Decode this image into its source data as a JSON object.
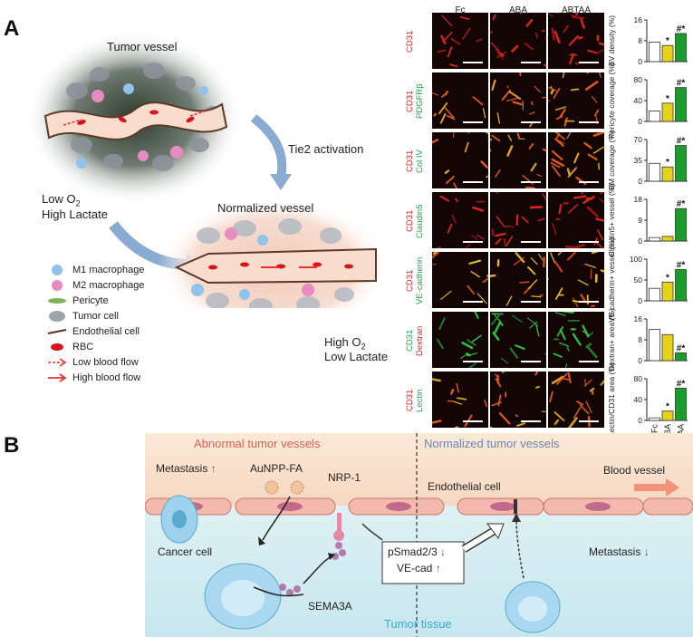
{
  "panel_a": {
    "label": "A",
    "tumor_vessel": "Tumor vessel",
    "tie2": "Tie2 activation",
    "low_o2": "Low O",
    "low_o2_sub": "2",
    "high_lactate": "High Lactate",
    "normalized_vessel": "Normalized vessel",
    "high_o2": "High O",
    "high_o2_sub": "2",
    "low_lactate": "Low Lactate",
    "legend": [
      {
        "icon": "m1-macrophage-icon",
        "label": "M1 macrophage",
        "color": "#8fc3ea"
      },
      {
        "icon": "m2-macrophage-icon",
        "label": "M2 macrophage",
        "color": "#e98bc1"
      },
      {
        "icon": "pericyte-icon",
        "label": "Pericyte",
        "color": "#7fb35a"
      },
      {
        "icon": "tumor-cell-icon",
        "label": "Tumor cell",
        "color": "#9ea4ad"
      },
      {
        "icon": "endothelial-cell-icon",
        "label": "Endothelial cell",
        "color": "#6b2a1e"
      },
      {
        "icon": "rbc-icon",
        "label": "RBC",
        "color": "#d8131b"
      },
      {
        "icon": "low-flow-icon",
        "label": "Low blood flow",
        "color": "#e5322d"
      },
      {
        "icon": "high-flow-icon",
        "label": "High blood flow",
        "color": "#e5322d"
      }
    ],
    "columns": [
      "Fc",
      "ABA",
      "ABTAA"
    ],
    "rows": [
      {
        "stain1": "CD31",
        "stain1_color": "#e0201b",
        "stain2": "",
        "stain2_color": "#1aa34a",
        "tint": "red"
      },
      {
        "stain1": "CD31",
        "stain1_color": "#e0201b",
        "stain2": "PDGFRβ",
        "stain2_color": "#1aa34a",
        "tint": "orange"
      },
      {
        "stain1": "CD31",
        "stain1_color": "#e0201b",
        "stain2": "Col IV",
        "stain2_color": "#1aa34a",
        "tint": "orange"
      },
      {
        "stain1": "CD31",
        "stain1_color": "#e0201b",
        "stain2": "Claudin5",
        "stain2_color": "#1aa34a",
        "tint": "red"
      },
      {
        "stain1": "CD31",
        "stain1_color": "#e0201b",
        "stain2": "VE-cadherin",
        "stain2_color": "#1aa34a",
        "tint": "yellow"
      },
      {
        "stain1": "CD31",
        "stain1_color": "#1aa34a",
        "stain2": "Dextran",
        "stain2_color": "#e0201b",
        "tint": "green"
      },
      {
        "stain1": "CD31",
        "stain1_color": "#e0201b",
        "stain2": "Lectin",
        "stain2_color": "#1aa34a",
        "tint": "orange"
      }
    ],
    "quant_xlabels": [
      "Fc",
      "ABA",
      "ABTAA"
    ]
  },
  "chart_data": [
    {
      "type": "bar",
      "ylabel": "BV density (%)",
      "categories": [
        "Fc",
        "ABA",
        "ABTAA"
      ],
      "values": [
        7.5,
        6.2,
        10.8
      ],
      "ylim": [
        0,
        16
      ],
      "yticks": [
        "0",
        "8",
        "16"
      ],
      "marks": [
        "",
        "*",
        "#*"
      ]
    },
    {
      "type": "bar",
      "ylabel": "Pericyte coverage (%)",
      "categories": [
        "Fc",
        "ABA",
        "ABTAA"
      ],
      "values": [
        20,
        35,
        65
      ],
      "ylim": [
        0,
        80
      ],
      "yticks": [
        "0",
        "40",
        "80"
      ],
      "marks": [
        "",
        "*",
        "#*"
      ]
    },
    {
      "type": "bar",
      "ylabel": "BM coverage (%)",
      "categories": [
        "Fc",
        "ABA",
        "ABTAA"
      ],
      "values": [
        30,
        24,
        60
      ],
      "ylim": [
        0,
        70
      ],
      "yticks": [
        "0",
        "35",
        "70"
      ],
      "marks": [
        "",
        "*",
        "#*"
      ]
    },
    {
      "type": "bar",
      "ylabel": "Claudin5+ vessel (%)",
      "categories": [
        "Fc",
        "ABA",
        "ABTAA"
      ],
      "values": [
        1.5,
        2,
        14
      ],
      "ylim": [
        0,
        18
      ],
      "yticks": [
        "0",
        "9",
        "18"
      ],
      "marks": [
        "",
        "",
        "#*"
      ]
    },
    {
      "type": "bar",
      "ylabel": "VE-cadherin+ vessel (%)",
      "categories": [
        "Fc",
        "ABA",
        "ABTAA"
      ],
      "values": [
        30,
        45,
        75
      ],
      "ylim": [
        0,
        100
      ],
      "yticks": [
        "0",
        "50",
        "100"
      ],
      "marks": [
        "",
        "*",
        "#*"
      ]
    },
    {
      "type": "bar",
      "ylabel": "Dextran+ area (%)",
      "categories": [
        "Fc",
        "ABA",
        "ABTAA"
      ],
      "values": [
        12,
        10,
        3
      ],
      "ylim": [
        0,
        16
      ],
      "yticks": [
        "0",
        "8",
        "16"
      ],
      "marks": [
        "",
        "",
        "#*"
      ]
    },
    {
      "type": "bar",
      "ylabel": "Lectin/CD31 area (%)",
      "categories": [
        "Fc",
        "ABA",
        "ABTAA"
      ],
      "values": [
        5,
        18,
        62
      ],
      "ylim": [
        0,
        80
      ],
      "yticks": [
        "0",
        "40",
        "80"
      ],
      "marks": [
        "",
        "*",
        "#*"
      ]
    }
  ],
  "panel_b": {
    "label": "B",
    "abnormal": "Abnormal tumor vessels",
    "normalized": "Normalized tumor vessels",
    "metastasis_up": "Metastasis",
    "aunpp": "AuNPP-FA",
    "nrp1": "NRP-1",
    "endothelial": "Endothelial cell",
    "blood_vessel": "Blood vessel",
    "cancer_cell": "Cancer cell",
    "psmad": "pSmad2/3",
    "vecad": "VE-cad",
    "metastasis_down": "Metastasis",
    "sema3a": "SEMA3A",
    "tumor_tissue": "Tumor tissue"
  },
  "colors": {
    "abnormal_title": "#e2604c",
    "normalized_title": "#6a86b5",
    "tumor_tissue": "#3fa6d8",
    "bar_fc": "#ffffff",
    "bar_aba": "#e7d21a",
    "bar_abtaa": "#1f9a2e",
    "arrow_up": "#d8131b",
    "arrow_down": "#2a60c8"
  }
}
